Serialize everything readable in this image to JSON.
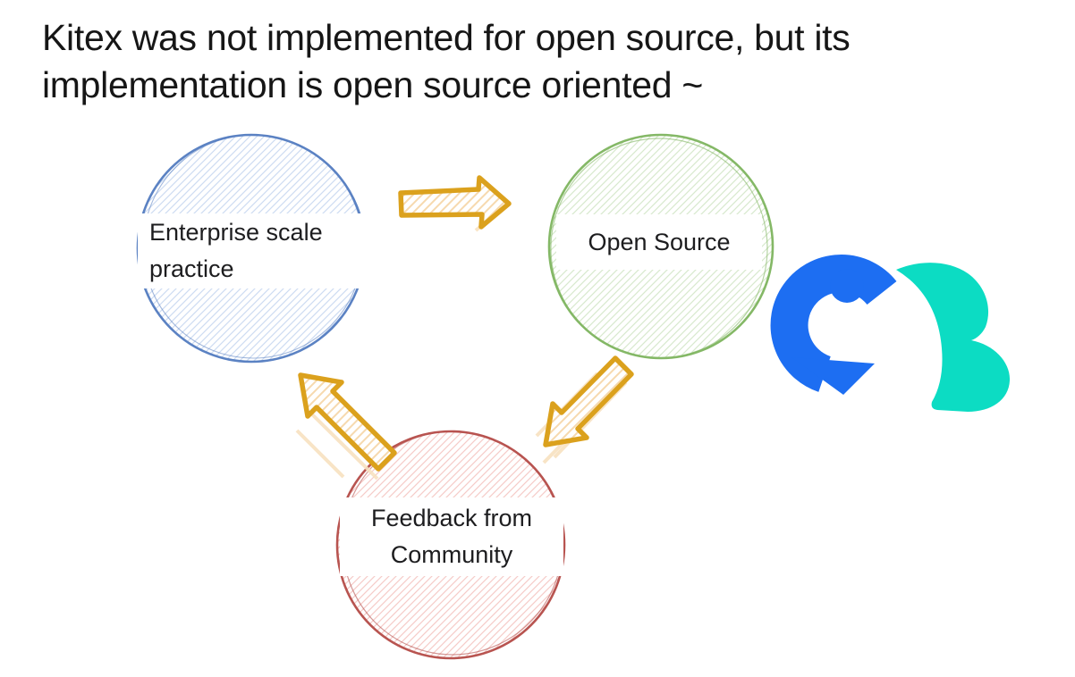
{
  "slide": {
    "title": {
      "line1": "Kitex was not implemented for open source, but its",
      "line2": "implementation is open source oriented ~"
    }
  },
  "diagram": {
    "type": "cycle",
    "nodes": [
      {
        "id": "enterprise-scale-practice",
        "label": "Enterprise scale practice",
        "lines": [
          "Enterprise scale",
          "practice"
        ],
        "border_color": "#5b82c3",
        "hatch_color": "#cddcf2"
      },
      {
        "id": "open-source",
        "label": "Open Source",
        "lines": [
          "Open Source"
        ],
        "border_color": "#84b866",
        "hatch_color": "#d8e9cd"
      },
      {
        "id": "feedback-from-community",
        "label": "Feedback from Community",
        "lines": [
          "Feedback from",
          "Community"
        ],
        "border_color": "#b85450",
        "hatch_color": "#f5cbc8"
      }
    ],
    "arrows": [
      {
        "from": "enterprise-scale-practice",
        "to": "open-source",
        "direction": "right",
        "color": "#dba11d"
      },
      {
        "from": "open-source",
        "to": "feedback-from-community",
        "direction": "down-left",
        "color": "#dba11d"
      },
      {
        "from": "feedback-from-community",
        "to": "enterprise-scale-practice",
        "direction": "up-left",
        "color": "#dba11d"
      }
    ]
  },
  "logo": {
    "name": "cloudwego-logo",
    "colors": {
      "blue": "#1d6ef2",
      "teal": "#0cdcc3"
    }
  }
}
